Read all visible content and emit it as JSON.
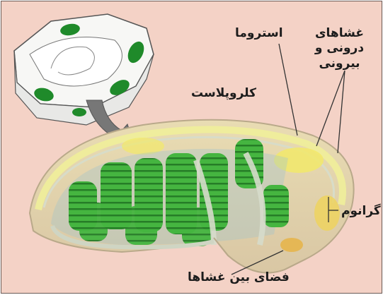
{
  "labels": {
    "outer_inner_membranes": "غشاهای\nدرونی و بیرونی",
    "stroma": "استروما",
    "chloroplast": "کلروپلاست",
    "granum": "گرانوم",
    "intermembrane_space": "فضای بین غشاها"
  },
  "colors": {
    "background": "#f4d2c6",
    "chloroplast_fill": "#ecdcb0",
    "stroma_yellow": "#f2e96a",
    "granum_green": "#3dae3d",
    "granum_dark": "#237a24",
    "membrane": "#cfd6c8",
    "arrow": "#7a7a7a"
  }
}
